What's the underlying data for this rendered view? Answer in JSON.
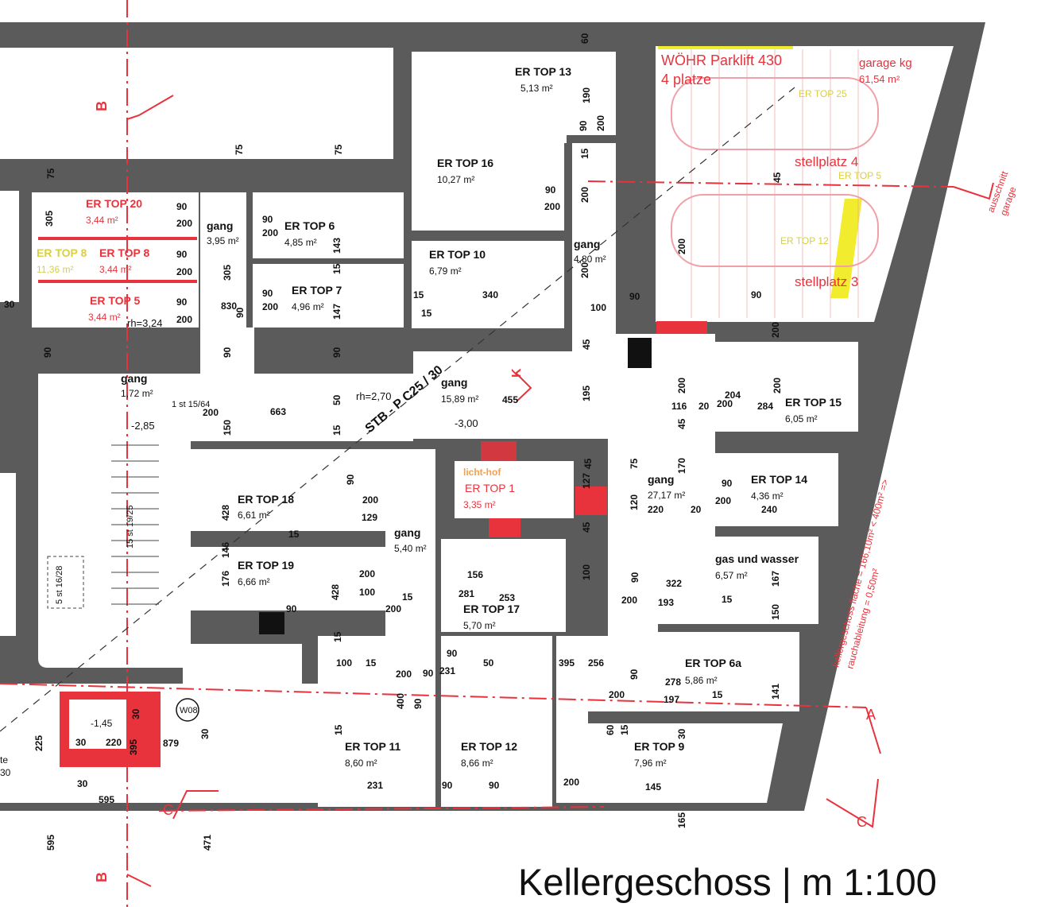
{
  "title": "Kellergeschoss | m 1:100",
  "colors": {
    "wall": "#5b5b5b",
    "red": "#e8323c",
    "yellow": "#f2ec2e",
    "pink": "#f0a0a8",
    "text": "#111111"
  },
  "rooms": {
    "er_top_13": {
      "name": "ER TOP 13",
      "area": "5,13 m²"
    },
    "er_top_16": {
      "name": "ER TOP 16",
      "area": "10,27 m²"
    },
    "er_top_10": {
      "name": "ER TOP 10",
      "area": "6,79 m²"
    },
    "gang_480": {
      "name": "gang",
      "area": "4,80 m²"
    },
    "er_top_20": {
      "name": "ER TOP 20",
      "area": "3,44 m²"
    },
    "er_top_8y": {
      "name": "ER TOP 8",
      "area": "11,36 m²"
    },
    "er_top_8": {
      "name": "ER TOP 8",
      "area": "3,44 m²"
    },
    "er_top_5": {
      "name": "ER TOP 5",
      "area": "3,44 m²"
    },
    "gang_395": {
      "name": "gang",
      "area": "3,95 m²"
    },
    "er_top_6": {
      "name": "ER TOP 6",
      "area": "4,85 m²"
    },
    "er_top_7": {
      "name": "ER TOP 7",
      "area": "4,96 m²"
    },
    "gang_172": {
      "name": "gang",
      "area": "1,72 m²"
    },
    "gang_1589": {
      "name": "gang",
      "area": "15,89 m²"
    },
    "er_top_15": {
      "name": "ER TOP 15",
      "area": "6,05 m²"
    },
    "er_top_14": {
      "name": "ER TOP 14",
      "area": "4,36 m²"
    },
    "gang_2717": {
      "name": "gang",
      "area": "27,17 m²"
    },
    "er_top_18": {
      "name": "ER TOP 18",
      "area": "6,61 m²"
    },
    "er_top_19": {
      "name": "ER TOP 19",
      "area": "6,66 m²"
    },
    "gang_540": {
      "name": "gang",
      "area": "5,40 m²"
    },
    "licht_hof": {
      "name": "licht-hof",
      "sub": "ER TOP 1",
      "area": "3,35 m²"
    },
    "er_top_17": {
      "name": "ER TOP 17",
      "area": "5,70 m²"
    },
    "gas_wasser": {
      "name": "gas und wasser",
      "area": "6,57 m²"
    },
    "er_top_6a": {
      "name": "ER TOP 6a",
      "area": "5,86 m²"
    },
    "er_top_11": {
      "name": "ER TOP 11",
      "area": "8,60 m²"
    },
    "er_top_12": {
      "name": "ER TOP 12",
      "area": "8,66 m²"
    },
    "er_top_9": {
      "name": "ER TOP 9",
      "area": "7,96 m²"
    }
  },
  "garage": {
    "lift": "WÖHR Parklift 430",
    "places": "4 platze",
    "name": "garage kg",
    "area": "61,54 m²",
    "stellplatz_4": "stellplatz 4",
    "stellplatz_3": "stellplatz 3",
    "faded_1": "ER TOP 25",
    "faded_2": "ER TOP 5",
    "faded_3": "ER TOP 12"
  },
  "annotations": {
    "section_b": "B",
    "section_a": "A",
    "section_c": "C",
    "section_k": "K",
    "ausschnitt": "ausschnitt",
    "garage": "garage",
    "stb": "STB - P C25 / 30",
    "rh_324": "rh=3,24",
    "rh_270": "rh=2,70",
    "lvl_285": "-2,85",
    "lvl_300": "-3,00",
    "lvl_145": "-1,45",
    "w08": "W08",
    "stairs_1": "15 st 19/25",
    "stairs_2": "5 st 16/28",
    "stairs_3": "1 st 15/64",
    "vent_1": "kellergeschoss fläche = 166,10m² < 400m² =>",
    "vent_2": "rauchableitung = 0,50m²",
    "left_te": "te",
    "left_30": "30"
  },
  "dimensions": [
    "60",
    "190",
    "200",
    "90",
    "15",
    "200",
    "90",
    "200",
    "200",
    "15",
    "100",
    "90",
    "15",
    "340",
    "45",
    "75",
    "75",
    "75",
    "305",
    "90",
    "200",
    "90",
    "200",
    "90",
    "200",
    "305",
    "830",
    "30",
    "90",
    "143",
    "15",
    "147",
    "90",
    "200",
    "90",
    "200",
    "90",
    "90",
    "90",
    "200",
    "150",
    "663",
    "50",
    "15",
    "455",
    "195",
    "45",
    "200",
    "116",
    "20",
    "200",
    "284",
    "45",
    "200",
    "127",
    "45",
    "75",
    "170",
    "120",
    "220",
    "20",
    "200",
    "240",
    "90",
    "204",
    "90",
    "200",
    "129",
    "428",
    "15",
    "146",
    "176",
    "428",
    "90",
    "200",
    "100",
    "15",
    "200",
    "281",
    "156",
    "253",
    "100",
    "90",
    "200",
    "322",
    "193",
    "15",
    "167",
    "150",
    "90",
    "200",
    "278",
    "197",
    "15",
    "141",
    "15",
    "100",
    "15",
    "200",
    "90",
    "231",
    "90",
    "50",
    "395",
    "256",
    "15",
    "231",
    "90",
    "90",
    "200",
    "400",
    "90",
    "15",
    "60",
    "145",
    "30",
    "165",
    "30",
    "30",
    "220",
    "395",
    "879",
    "225",
    "30",
    "30",
    "595",
    "595",
    "471",
    "45",
    "200",
    "90",
    "200"
  ]
}
